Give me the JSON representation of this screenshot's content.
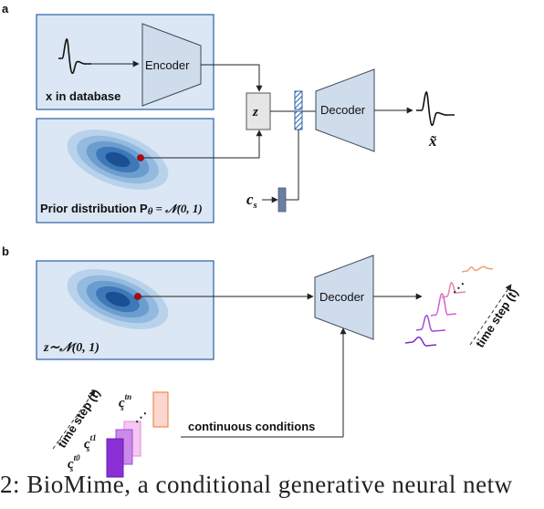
{
  "panel_a": {
    "letter": "a",
    "encoder_label": "Encoder",
    "database_label": "x in database",
    "z_label": "z",
    "decoder_label": "Decoder",
    "output_label": "x̃",
    "prior_label": "Prior distribution P",
    "prior_theta": "θ",
    "prior_eq": "= 𝒩(0, 1)",
    "cs_label": "c",
    "cs_sub": "s"
  },
  "panel_b": {
    "letter": "b",
    "decoder_label": "Decoder",
    "z_label": "z∼𝒩(0, 1)",
    "time_step_right": "time step (t)",
    "time_step_left": "time step (t)",
    "continuous_label": "continuous conditions",
    "cond_tn": "c",
    "cond_t1": "c",
    "cond_t0": "c",
    "cond_sub": "s",
    "sup_tn": "tn",
    "sup_t1": "t1",
    "sup_t0": "t0",
    "ellipsis": "⋰"
  },
  "caption": "2: BioMime, a conditional generative neural netw",
  "colors": {
    "panel_fill": "#dbe7f4",
    "panel_border": "#2a5fa5",
    "trapezoid_fill": "#cfdcec",
    "trapezoid_stroke": "#3b4a5a",
    "red_dot": "#c00000",
    "cs_bar": "#6b7ea3"
  }
}
